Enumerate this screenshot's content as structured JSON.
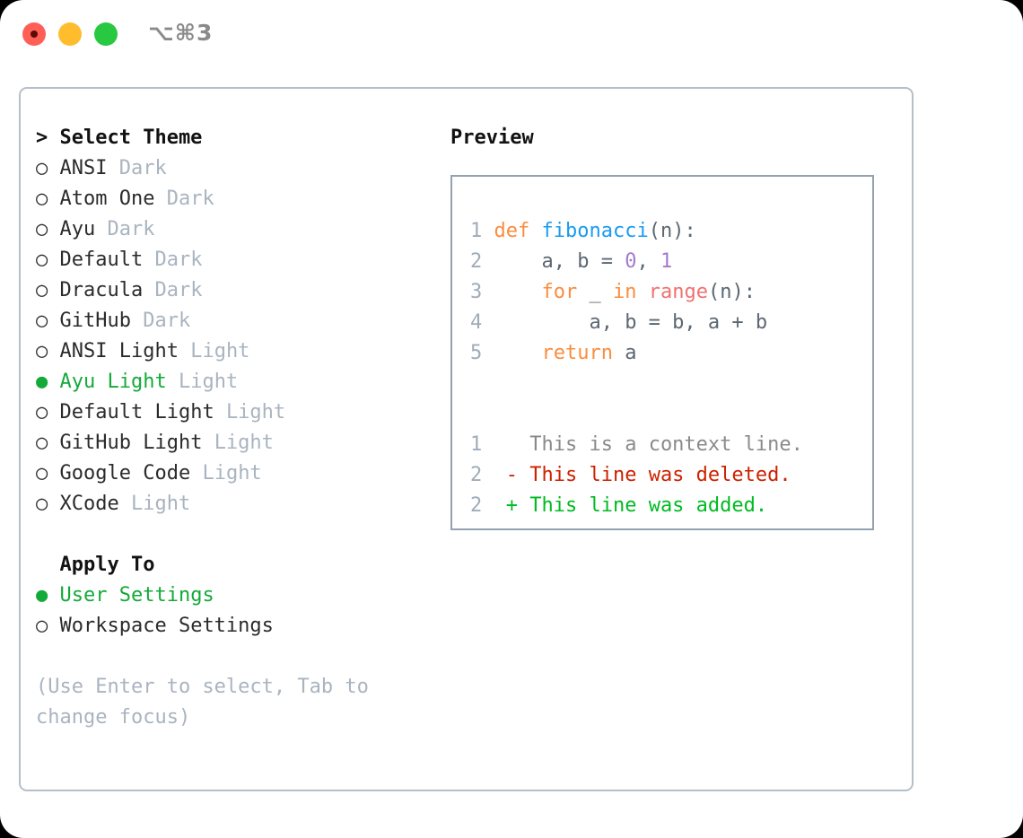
{
  "window": {
    "shortcut_label": "⌥⌘3",
    "traffic_lights": [
      {
        "name": "close",
        "color": "#ff5f57"
      },
      {
        "name": "minimize",
        "color": "#ffbd2e"
      },
      {
        "name": "maximize",
        "color": "#28c840"
      }
    ]
  },
  "theme_picker": {
    "heading": "> Select Theme",
    "options": [
      {
        "marker": "○",
        "label": "ANSI",
        "tag": "Dark",
        "selected": false
      },
      {
        "marker": "○",
        "label": "Atom One",
        "tag": "Dark",
        "selected": false
      },
      {
        "marker": "○",
        "label": "Ayu",
        "tag": "Dark",
        "selected": false
      },
      {
        "marker": "○",
        "label": "Default",
        "tag": "Dark",
        "selected": false
      },
      {
        "marker": "○",
        "label": "Dracula",
        "tag": "Dark",
        "selected": false
      },
      {
        "marker": "○",
        "label": "GitHub",
        "tag": "Dark",
        "selected": false
      },
      {
        "marker": "○",
        "label": "ANSI Light",
        "tag": "Light",
        "selected": false
      },
      {
        "marker": "●",
        "label": "Ayu Light",
        "tag": "Light",
        "selected": true
      },
      {
        "marker": "○",
        "label": "Default Light",
        "tag": "Light",
        "selected": false
      },
      {
        "marker": "○",
        "label": "GitHub Light",
        "tag": "Light",
        "selected": false
      },
      {
        "marker": "○",
        "label": "Google Code",
        "tag": "Light",
        "selected": false
      },
      {
        "marker": "○",
        "label": "XCode",
        "tag": "Light",
        "selected": false
      }
    ]
  },
  "apply_to": {
    "heading": "  Apply To",
    "options": [
      {
        "marker": "●",
        "label": "User Settings",
        "selected": true
      },
      {
        "marker": "○",
        "label": "Workspace Settings",
        "selected": false
      }
    ]
  },
  "hint": "(Use Enter to select, Tab to change focus)",
  "preview": {
    "title": "Preview",
    "code_lines": [
      {
        "number": "1",
        "tokens": [
          {
            "text": "def ",
            "kind": "kw"
          },
          {
            "text": "fibonacci",
            "kind": "fn"
          },
          {
            "text": "(n):",
            "kind": "pl"
          }
        ]
      },
      {
        "number": "2",
        "tokens": [
          {
            "text": "    a, b = ",
            "kind": "pl"
          },
          {
            "text": "0",
            "kind": "num"
          },
          {
            "text": ", ",
            "kind": "pl"
          },
          {
            "text": "1",
            "kind": "num"
          }
        ]
      },
      {
        "number": "3",
        "tokens": [
          {
            "text": "    ",
            "kind": "pl"
          },
          {
            "text": "for",
            "kind": "kw"
          },
          {
            "text": " _ ",
            "kind": "pl"
          },
          {
            "text": "in",
            "kind": "kw"
          },
          {
            "text": " ",
            "kind": "pl"
          },
          {
            "text": "range",
            "kind": "bi"
          },
          {
            "text": "(n):",
            "kind": "pl"
          }
        ]
      },
      {
        "number": "4",
        "tokens": [
          {
            "text": "        a, b = b, a + b",
            "kind": "pl"
          }
        ]
      },
      {
        "number": "5",
        "tokens": [
          {
            "text": "    ",
            "kind": "pl"
          },
          {
            "text": "return",
            "kind": "kw"
          },
          {
            "text": " a",
            "kind": "pl"
          }
        ]
      }
    ],
    "diff_lines": [
      {
        "number": "1",
        "marker": " ",
        "text": " This is a context line.",
        "kind": "ctx"
      },
      {
        "number": "2",
        "marker": "-",
        "text": " This line was deleted.",
        "kind": "del"
      },
      {
        "number": "2",
        "marker": "+",
        "text": " This line was added.",
        "kind": "add"
      }
    ]
  },
  "colors": {
    "accent_green": "#13aa39",
    "keyword_orange": "#fa8d3e",
    "function_blue": "#1a9bf0",
    "number_purple": "#a37acc",
    "builtin_red": "#f07171",
    "diff_deleted": "#cc2200",
    "diff_added": "#00bb22",
    "dim_gray": "#a9b4c0",
    "panel_border": "#b6bfc9",
    "preview_border": "#93a1b0"
  }
}
